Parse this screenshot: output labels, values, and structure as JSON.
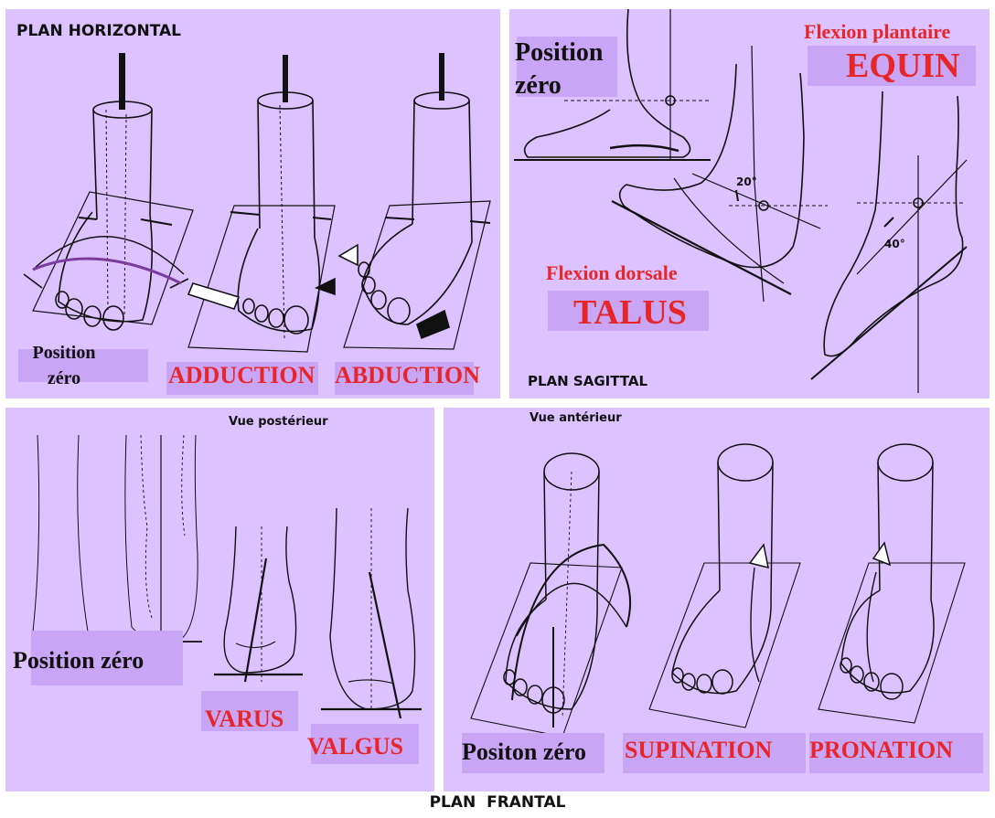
{
  "horizontal": {
    "title": "PLAN HORIZONTAL",
    "position_zero": "Position zéro",
    "adduction": "ADDUCTION",
    "abduction": "ABDUCTION"
  },
  "sagittal": {
    "position_zero": "Position zéro",
    "plantar_flexion": "Flexion plantaire",
    "equin": "EQUIN",
    "dorsal_flexion": "Flexion dorsale",
    "talus": "TALUS",
    "angle_dorsal": "20°",
    "angle_plantar": "40°",
    "title": "PLAN SAGITTAL"
  },
  "frontal_posterior": {
    "view": "Vue postérieur",
    "position_zero": "Position zéro",
    "varus": "VARUS",
    "valgus": "VALGUS"
  },
  "frontal_anterior": {
    "view": "Vue antérieur",
    "position_zero": "Positon zéro",
    "supination": "SUPINATION",
    "pronation": "PRONATION"
  },
  "frontal_title": "PLAN  FRANTAL",
  "colors": {
    "panel": "#dcc3ff",
    "label_box": "#c8a6f5",
    "red": "#e8262a",
    "line": "#111111"
  }
}
